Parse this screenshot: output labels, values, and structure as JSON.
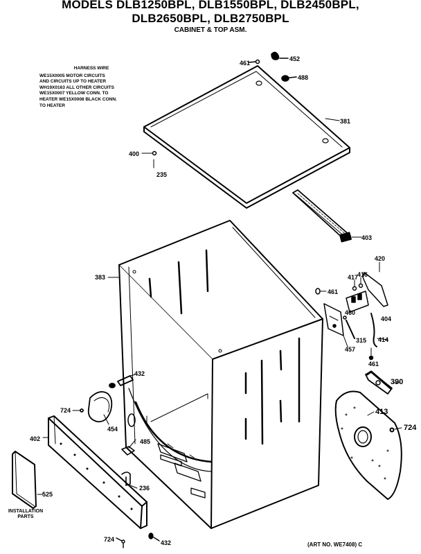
{
  "header": {
    "models_line1": "MODELS DLB1250BPL, DLB1550BPL, DLB2450BPL,",
    "models_line2": "DLB2650BPL, DLB2750BPL",
    "subtitle": "CABINET & TOP ASM."
  },
  "note": {
    "title": "HARNESS WIRE",
    "lines": [
      "WE15X0005 MOTOR CIRCUITS",
      "AND CIRCUITS UP TO HEATER",
      "WH19X0163 ALL OTHER CIRCUITS",
      "WE15X0007 YELLOW CONN. TO",
      "HEATER WE15X0008 BLACK CONN.",
      "TO HEATER"
    ]
  },
  "callouts": {
    "c461_top": "461",
    "c452": "452",
    "c488": "488",
    "c381": "381",
    "c400": "400",
    "c235": "235",
    "c403": "403",
    "c383": "383",
    "c420": "420",
    "c416": "416",
    "c417": "417",
    "c461_mid": "461",
    "c460": "460",
    "c404": "404",
    "c457": "457",
    "c315": "315",
    "c414": "414",
    "c461_low": "461",
    "c432_mid": "432",
    "c390": "390",
    "c724_left": "724",
    "c454": "454",
    "c413": "413",
    "c724_right": "724",
    "c402": "402",
    "c485": "485",
    "c236": "236",
    "c525": "525",
    "c724_bottom": "724",
    "c432_bottom": "432"
  },
  "installation_label": [
    "INSTALLATION",
    "PARTS"
  ],
  "art_number": "(ART NO. WE7408) C"
}
